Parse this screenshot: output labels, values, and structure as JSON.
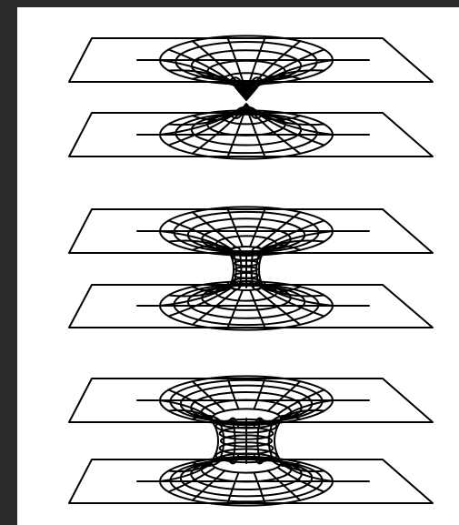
{
  "colors": {
    "background": "#ffffff",
    "frame": "#2a2a2a",
    "ink": "#000000"
  },
  "figure": {
    "panels": [
      {
        "kind": "two-cusps-pinch"
      },
      {
        "kind": "narrow-throat"
      },
      {
        "kind": "wide-throat"
      }
    ]
  }
}
